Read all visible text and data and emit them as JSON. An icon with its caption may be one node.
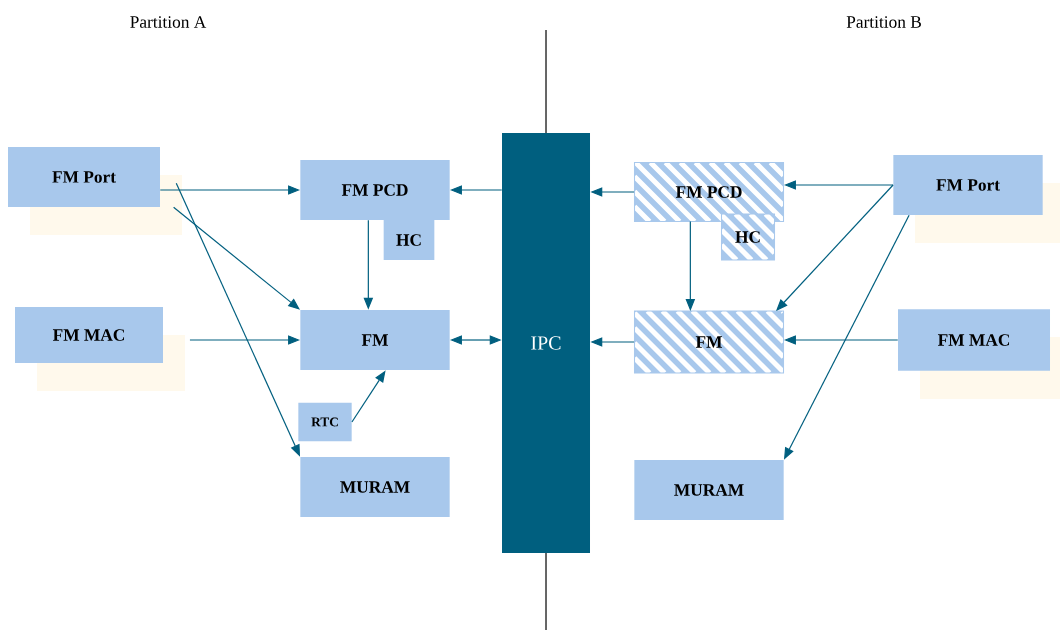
{
  "diagram": {
    "nodes": [
      {
        "text": [
          "FM Port"
        ]
      },
      {
        "text": [
          "FM PCD"
        ]
      },
      {
        "text": [
          "HC"
        ]
      },
      {
        "text": [
          "FM MAC"
        ]
      },
      {
        "text": [
          "FM"
        ]
      },
      {
        "text": [
          "RTC"
        ]
      },
      {
        "text": [
          "MURAM"
        ]
      },
      {
        "text": [
          "IPC"
        ]
      },
      {
        "text": [
          "FM PCD"
        ]
      },
      {
        "text": [
          "HC"
        ]
      },
      {
        "text": [
          "FM"
        ]
      },
      {
        "text": [
          "FM Port"
        ]
      },
      {
        "text": [
          "FM MAC"
        ]
      },
      {
        "text": [
          "MURAM"
        ]
      }
    ],
    "edges": [
      {
        "from": 0,
        "to": 1,
        "arrow": "to"
      },
      {
        "from": 0,
        "to": 4,
        "arrow": "to"
      },
      {
        "from": 0,
        "to": 6,
        "arrow": "to"
      },
      {
        "from": 3,
        "to": 4,
        "arrow": "to"
      },
      {
        "from": 1,
        "to": 4,
        "arrow": "to"
      },
      {
        "from": 5,
        "to": 4,
        "arrow": "to"
      },
      {
        "from": 7,
        "to": 1,
        "arrow": "to"
      },
      {
        "from": 4,
        "to": 7,
        "arrow": "both"
      },
      {
        "from": 8,
        "to": 7,
        "arrow": "to"
      },
      {
        "from": 10,
        "to": 7,
        "arrow": "to"
      },
      {
        "from": 8,
        "to": 10,
        "arrow": "to"
      },
      {
        "from": 11,
        "to": 8,
        "arrow": "to"
      },
      {
        "from": 11,
        "to": 10,
        "arrow": "to"
      },
      {
        "from": 11,
        "to": 13,
        "arrow": "to"
      },
      {
        "from": 12,
        "to": 10,
        "arrow": "to"
      }
    ],
    "labels": [
      "Partition  A",
      "Partition  B"
    ]
  }
}
